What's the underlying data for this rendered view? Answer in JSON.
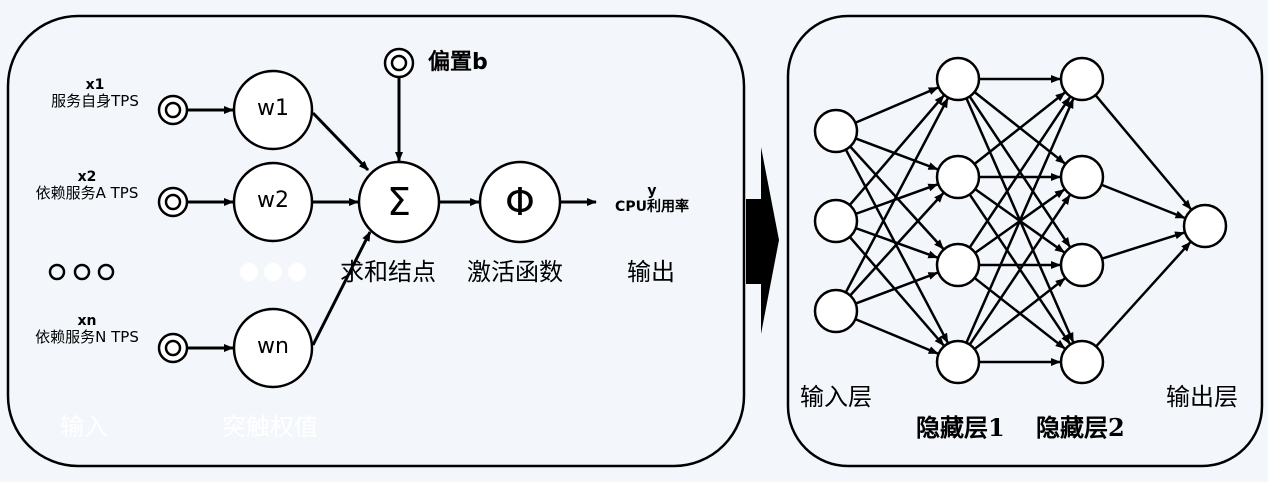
{
  "left_panel": {
    "inputs": [
      {
        "var": "x1",
        "desc": "服务自身TPS"
      },
      {
        "var": "x2",
        "desc": "依赖服务A TPS"
      },
      {
        "var": "xn",
        "desc": "依赖服务N TPS"
      }
    ],
    "weights": [
      "w1",
      "w2",
      "wn"
    ],
    "bias_label": "偏置b",
    "sum_symbol": "Σ",
    "activation_symbol": "Φ",
    "output": {
      "var": "y",
      "desc": "CPU利用率"
    },
    "labels": {
      "sum_node": "求和结点",
      "activation": "激活函数",
      "output": "输出",
      "input": "输入",
      "weights": "突触权值"
    }
  },
  "right_panel": {
    "layer_sizes": [
      3,
      4,
      4,
      1
    ],
    "labels": {
      "input_layer": "输入层",
      "hidden_layer_1": "隐藏层1",
      "hidden_layer_2": "隐藏层2",
      "output_layer": "输出层"
    }
  }
}
